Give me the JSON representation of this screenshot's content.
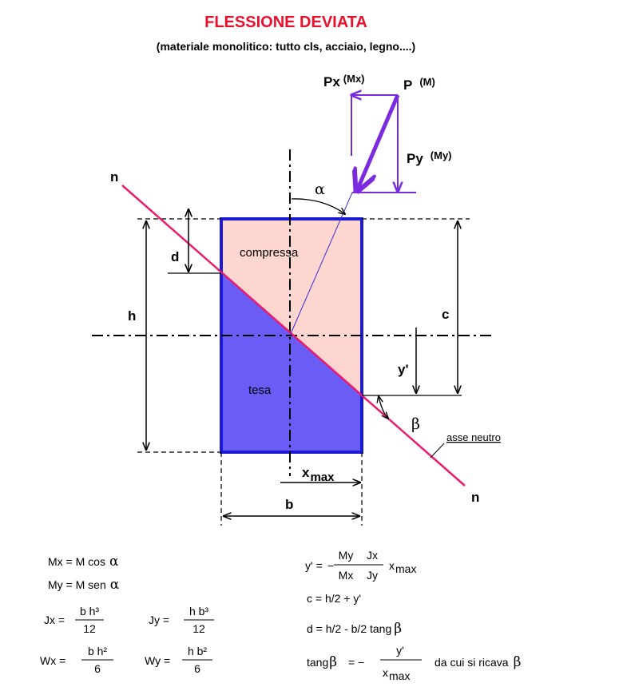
{
  "title": "FLESSIONE DEVIATA",
  "subtitle": "(materiale monolitico: tutto cls, acciaio, legno....)",
  "labels": {
    "px_main": "Px",
    "px_moment": "(Mx)",
    "p_main": "P",
    "p_moment": "(M)",
    "py_main": "Py",
    "py_moment": "(My)",
    "alpha": "α",
    "beta": "β",
    "n": "n",
    "d": "d",
    "h": "h",
    "c": "c",
    "y_prime": "y'",
    "b": "b",
    "x": "x",
    "max": "max",
    "compressa": "compressa",
    "tesa": "tesa",
    "asse_neutro": "asse neutro"
  },
  "formulas": {
    "mx": "Mx = M cos",
    "my": "My = M sen",
    "alpha": "α",
    "jx_lhs": "Jx =",
    "jx_num": "b h³",
    "jx_den": "12",
    "jy_lhs": "Jy =",
    "jy_num": "h b³",
    "jy_den": "12",
    "wx_lhs": "Wx =",
    "wx_num": "b h²",
    "wx_den": "6",
    "wy_lhs": "Wy =",
    "wy_num": "h b²",
    "wy_den": "6",
    "yp_lhs": "y' =",
    "yp_minus": "−",
    "yp_num1": "My",
    "yp_den1": "Mx",
    "yp_num2": "Jx",
    "yp_den2": "Jy",
    "x": "x",
    "max": "max",
    "c_eq": "c = h/2 + y'",
    "d_eq": "d = h/2 - b/2 tang",
    "beta": "β",
    "tang": "tang",
    "eq_minus": "=  −",
    "tb_num": "y'",
    "tb_tail": "da cui si ricava"
  },
  "colors": {
    "title": "#e8102c",
    "section_border": "#1a1ad6",
    "compressed_fill": "#fdd6cf",
    "tension_fill": "#6b5cf6",
    "neutral_axis": "#ec1a6e",
    "force_vector": "#7a2be0"
  }
}
